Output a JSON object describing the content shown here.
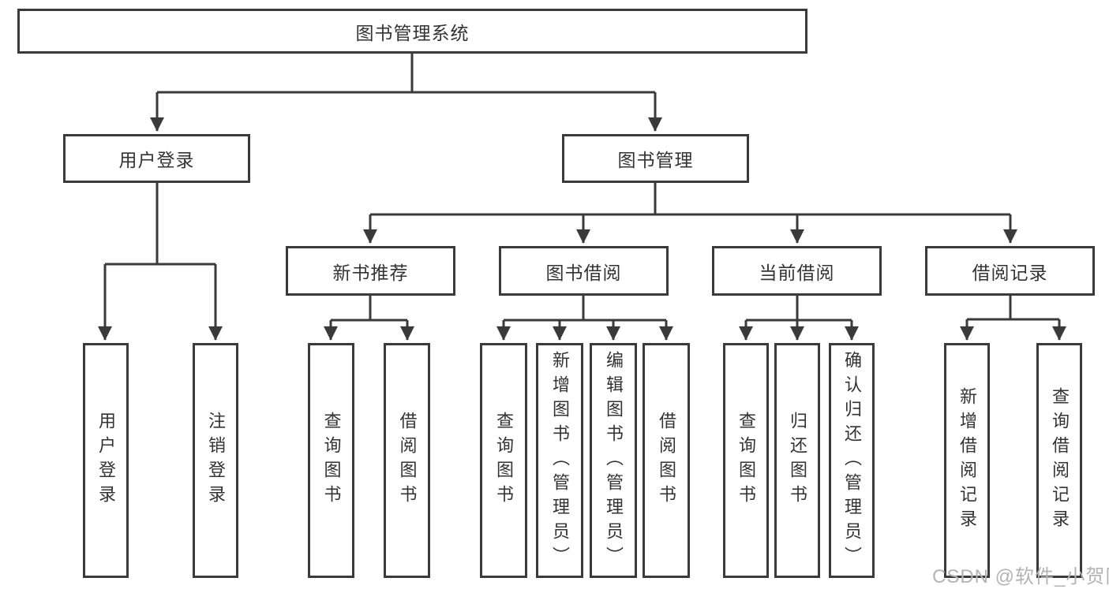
{
  "diagram": {
    "root": "图书管理系统",
    "branches": [
      {
        "label": "用户登录",
        "children": [
          "用户登录",
          "注销登录"
        ]
      },
      {
        "label": "图书管理",
        "children": [
          {
            "label": "新书推荐",
            "children": [
              "查询图书",
              "借阅图书"
            ]
          },
          {
            "label": "图书借阅",
            "children": [
              "查询图书",
              "新增图书（管理员）",
              "编辑图书（管理员）",
              "借阅图书"
            ]
          },
          {
            "label": "当前借阅",
            "children": [
              "查询图书",
              "归还图书",
              "确认归还（管理员）"
            ]
          },
          {
            "label": "借阅记录",
            "children": [
              "新增借阅记录",
              "查询借阅记录"
            ]
          }
        ]
      }
    ]
  },
  "watermark": "CSDN @软件_小贺同学",
  "colors": {
    "line": "#3a3a3a",
    "text": "#333333",
    "box_background": "#ffffff",
    "watermark": "#b3b3b3",
    "background": "#ffffff"
  }
}
